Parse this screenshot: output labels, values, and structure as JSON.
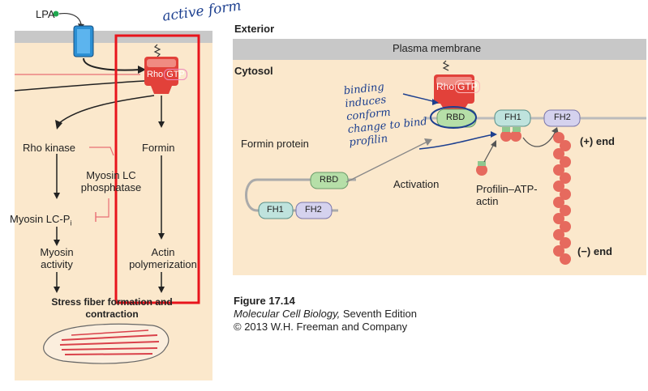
{
  "left_panel": {
    "lpa_label": "LPA",
    "rho_label": "Rho",
    "gtp_label": "GTP",
    "rho_kinase_label": "Rho kinase",
    "formin_label": "Formin",
    "myosin_lc_phosphatase_label": "Myosin LC phosphatase",
    "myosin_lc_pi_label": "Myosin LC-P",
    "myosin_lc_pi_sub": "i",
    "myosin_activity_label": "Myosin activity",
    "actin_polymerization_label": "Actin polymerization",
    "stress_fiber_label": "Stress fiber formation and contraction",
    "handwritten_note": "active form",
    "highlight_color": "#e8141c"
  },
  "right_panel": {
    "exterior_label": "Exterior",
    "plasma_membrane_label": "Plasma membrane",
    "cytosol_label": "Cytosol",
    "rho_label": "Rho",
    "gtp_label": "GTP",
    "rbd_label": "RBD",
    "fh1_label": "FH1",
    "fh2_label": "FH2",
    "plus_end_label": "(+) end",
    "minus_end_label": "(−) end",
    "formin_protein_label": "Formin protein",
    "activation_label": "Activation",
    "profilin_label": "Profilin–ATP-actin",
    "handwritten_note": "binding induces conform change to bind profilin"
  },
  "caption": {
    "figure_number": "Figure 17.14",
    "book_title": "Molecular Cell Biology,",
    "edition": " Seventh Edition",
    "copyright": "© 2013 W.H. Freeman and Company"
  },
  "colors": {
    "cytosol_bg": "#fbe8cc",
    "membrane": "#c8c8c8",
    "rho_red": "#e2413a",
    "fh1_teal": "#bfe3dd",
    "fh2_lavender": "#d5d2ee",
    "rbd_green": "#b6dfa8",
    "actin_red": "#e66a5e",
    "receptor_blue": "#2b8fd4",
    "handwriting_blue": "#1c3f8f"
  }
}
